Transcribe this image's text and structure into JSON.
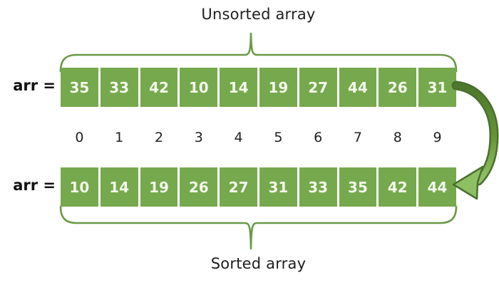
{
  "diagram": {
    "top_label": "Unsorted array",
    "bottom_label": "Sorted array",
    "array_label_top": "arr =",
    "array_label_bottom": "arr =",
    "unsorted_values": [
      35,
      33,
      42,
      10,
      14,
      19,
      27,
      44,
      26,
      31
    ],
    "indices": [
      0,
      1,
      2,
      3,
      4,
      5,
      6,
      7,
      8,
      9
    ],
    "sorted_values": [
      10,
      14,
      19,
      26,
      27,
      31,
      33,
      35,
      42,
      44
    ],
    "icons": [
      "curly-brace-top-icon",
      "curly-brace-bottom-icon",
      "sort-curved-arrow-icon"
    ],
    "colors": {
      "cell_bg": "#76a94d",
      "cell_sep": "#e7f1dc",
      "cell_text": "#f4f8ec",
      "brace": "#6b9a46",
      "text": "#1e1e1e",
      "arrow_dark": "#4a7030",
      "arrow_mid": "#55812f",
      "arrow_light": "#92c167"
    }
  }
}
